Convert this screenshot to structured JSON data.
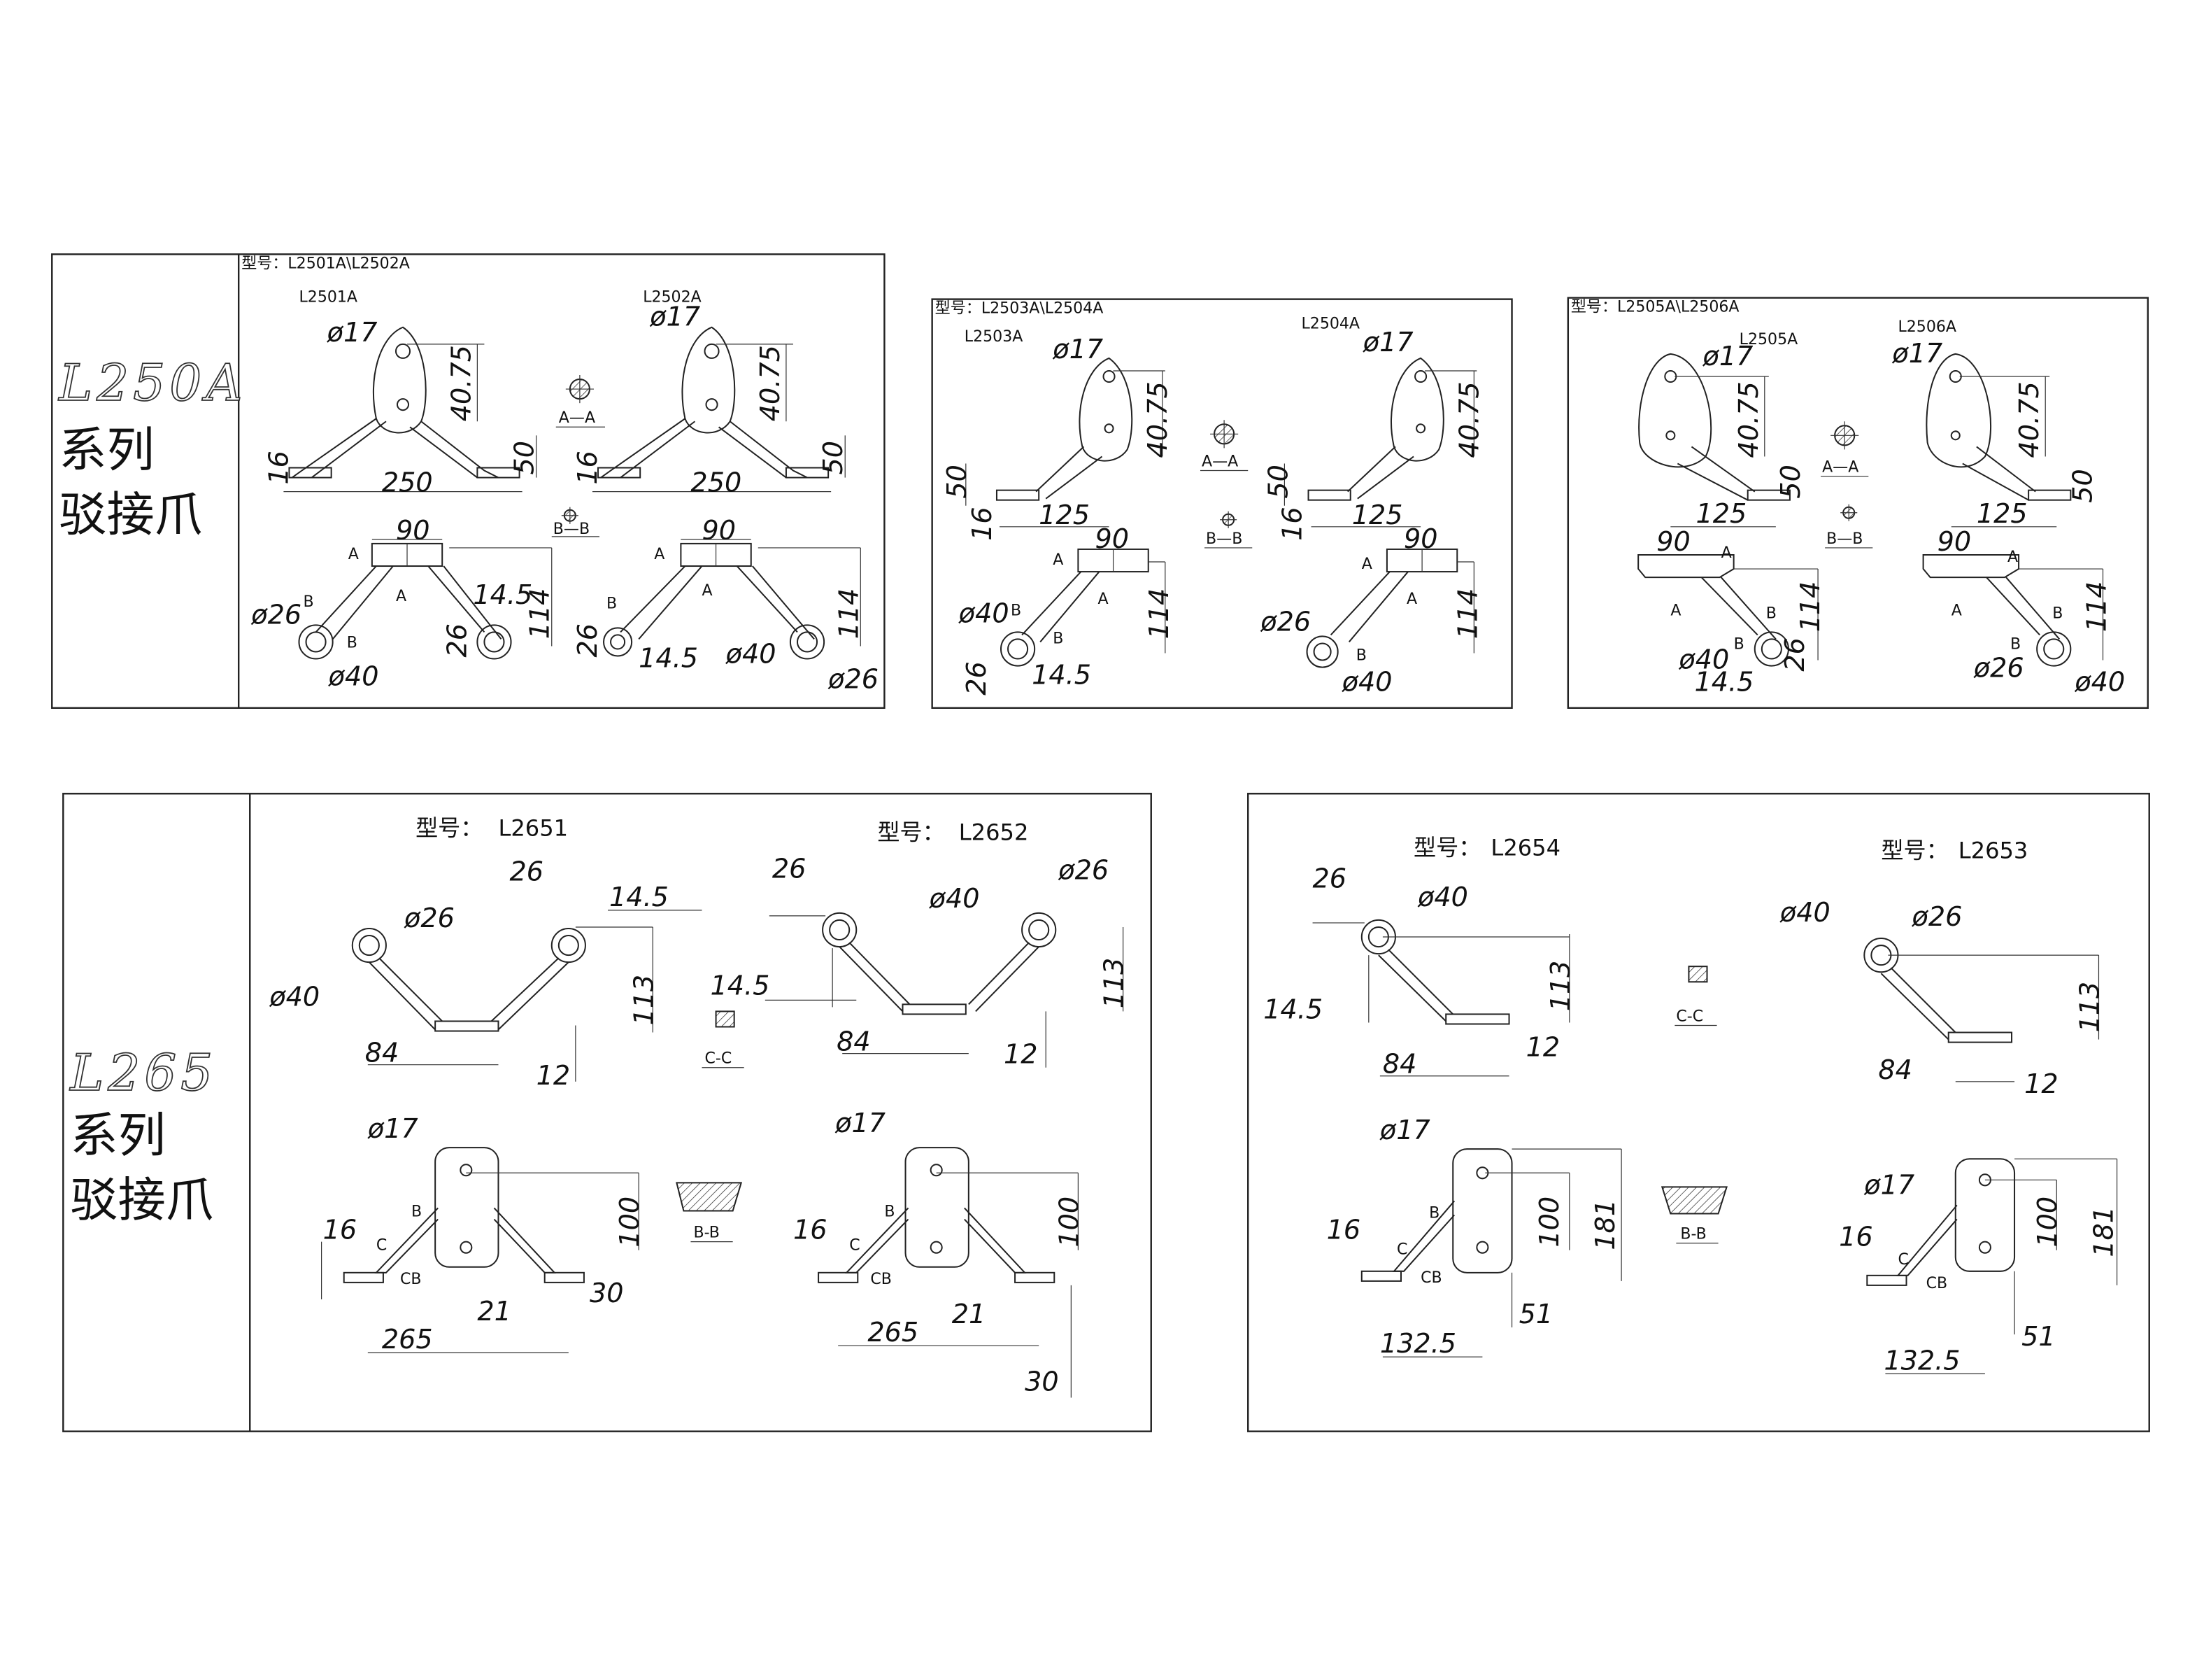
{
  "series": {
    "l250a": {
      "title": "L250A",
      "cn_line1": "系列",
      "cn_line2": "驳接爪",
      "panel1": {
        "model_line": "型号：L2501A\\L2502A",
        "left_label": "L2501A",
        "right_label": "L2502A",
        "section_a": "A—A",
        "section_b": "B—B",
        "dims_left": [
          "ø17",
          "40.75",
          "16",
          "250",
          "50",
          "90",
          "A",
          "A",
          "ø26",
          "B",
          "B",
          "14.5",
          "114",
          "26",
          "ø40"
        ],
        "dims_right": [
          "ø17",
          "40.75",
          "16",
          "250",
          "50",
          "90",
          "A",
          "A",
          "26",
          "B",
          "14.5",
          "ø40",
          "ø26",
          "114"
        ]
      },
      "panel2": {
        "model_line": "型号：L2503A\\L2504A",
        "left_label": "L2503A",
        "right_label": "L2504A",
        "section_a": "A—A",
        "section_b": "B—B",
        "dims_left": [
          "ø17",
          "40.75",
          "50",
          "16",
          "125",
          "90",
          "A",
          "A",
          "ø40",
          "B",
          "B",
          "114",
          "26",
          "14.5"
        ],
        "dims_right": [
          "ø17",
          "40.75",
          "50",
          "16",
          "125",
          "90",
          "A",
          "A",
          "ø26",
          "B",
          "114",
          "ø40"
        ]
      },
      "panel3": {
        "model_line": "型号：L2505A\\L2506A",
        "left_label": "L2505A",
        "right_label": "L2506A",
        "section_a": "A—A",
        "section_b": "B—B",
        "dims_left": [
          "ø17",
          "40.75",
          "125",
          "50",
          "90",
          "A",
          "A",
          "B",
          "114",
          "B",
          "ø40",
          "26",
          "14.5"
        ],
        "dims_right": [
          "ø17",
          "40.75",
          "125",
          "50",
          "90",
          "A",
          "A",
          "B",
          "114",
          "B",
          "ø26",
          "ø40"
        ]
      }
    },
    "l265": {
      "title": "L265",
      "cn_line1": "系列",
      "cn_line2": "驳接爪",
      "panel1": {
        "model_left_prefix": "型号：",
        "model_left": "L2651",
        "model_right_prefix": "型号：",
        "model_right": "L2652",
        "section_c": "C-C",
        "section_b": "B-B",
        "dims_top_left": [
          "ø26",
          "26",
          "14.5",
          "ø40",
          "113",
          "84",
          "12"
        ],
        "dims_top_right": [
          "26",
          "ø40",
          "ø26",
          "14.5",
          "113",
          "84",
          "12"
        ],
        "dims_bottom_left": [
          "ø17",
          "100",
          "16",
          "B",
          "C",
          "CB",
          "21",
          "30",
          "265"
        ],
        "dims_bottom_right": [
          "ø17",
          "100",
          "16",
          "B",
          "C",
          "CB",
          "21",
          "265",
          "30"
        ]
      },
      "panel2": {
        "model_left_prefix": "型号：",
        "model_left": "L2654",
        "model_right_prefix": "型号：",
        "model_right": "L2653",
        "section_c": "C-C",
        "section_b": "B-B",
        "dims_top_left": [
          "26",
          "ø40",
          "14.5",
          "113",
          "84",
          "12"
        ],
        "dims_top_right": [
          "ø40",
          "ø26",
          "113",
          "84",
          "12"
        ],
        "dims_bottom_left": [
          "ø17",
          "100",
          "181",
          "16",
          "B",
          "C",
          "CB",
          "132.5",
          "51"
        ],
        "dims_bottom_right": [
          "ø17",
          "100",
          "181",
          "16",
          "C",
          "CB",
          "132.5",
          "51"
        ]
      }
    }
  }
}
